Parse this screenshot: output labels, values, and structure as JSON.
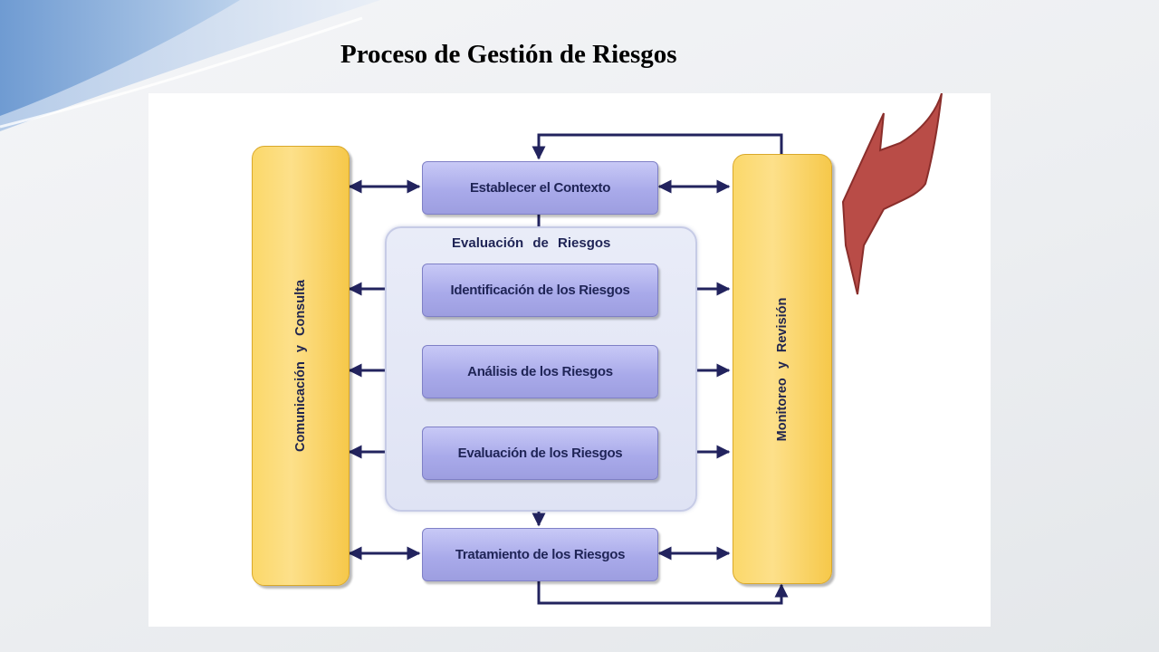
{
  "title": "Proceso de Gestión de Riesgos",
  "diagram": {
    "left_bar": {
      "label": "Comunicación y Consulta"
    },
    "right_bar": {
      "label": "Monitoreo y Revisión"
    },
    "group": {
      "label": "Evaluación de Riesgos"
    },
    "steps": [
      {
        "label": "Establecer el Contexto"
      },
      {
        "label": "Identificación de los Riesgos"
      },
      {
        "label": "Análisis de los Riesgos"
      },
      {
        "label": "Evaluación de los Riesgos"
      },
      {
        "label": "Tratamiento de los Riesgos"
      }
    ],
    "colors": {
      "side_bar": "#fcd66e",
      "step_box": "#aeaff0",
      "group_bg": "#e3e6f5",
      "connector": "#22235e",
      "callout": "#b94c47"
    }
  }
}
